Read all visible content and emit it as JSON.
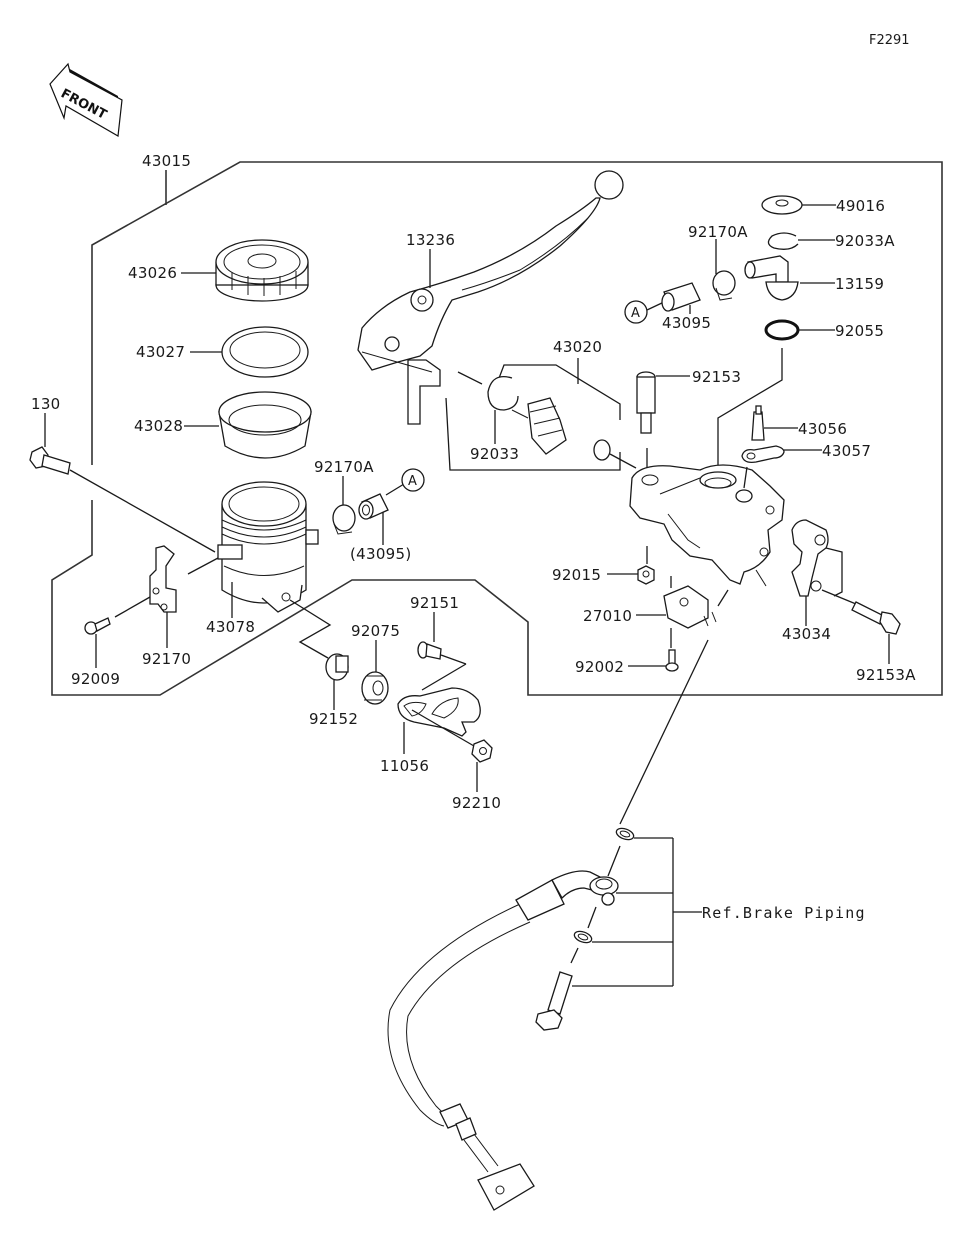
{
  "diagram": {
    "figure_code": "F2291",
    "front_indicator": "FRONT",
    "ref_note": "Ref.Brake Piping",
    "connector_marker": "A",
    "parts": {
      "p43015": "43015",
      "p43026": "43026",
      "p43027": "43027",
      "p43028": "43028",
      "p130": "130",
      "p92170A_left": "92170A",
      "p43095_paren": "(43095)",
      "p43078": "43078",
      "p92170": "92170",
      "p92009": "92009",
      "p92152": "92152",
      "p92075": "92075",
      "p92151": "92151",
      "p11056": "11056",
      "p92210": "92210",
      "p13236": "13236",
      "p43020": "43020",
      "p92033": "92033",
      "p92170A_right": "92170A",
      "p43095": "43095",
      "p49016": "49016",
      "p92033A": "92033A",
      "p13159": "13159",
      "p92055": "92055",
      "p92153": "92153",
      "p43056": "43056",
      "p43057": "43057",
      "p92015": "92015",
      "p27010": "27010",
      "p92002": "92002",
      "p43034": "43034",
      "p92153A": "92153A"
    }
  }
}
